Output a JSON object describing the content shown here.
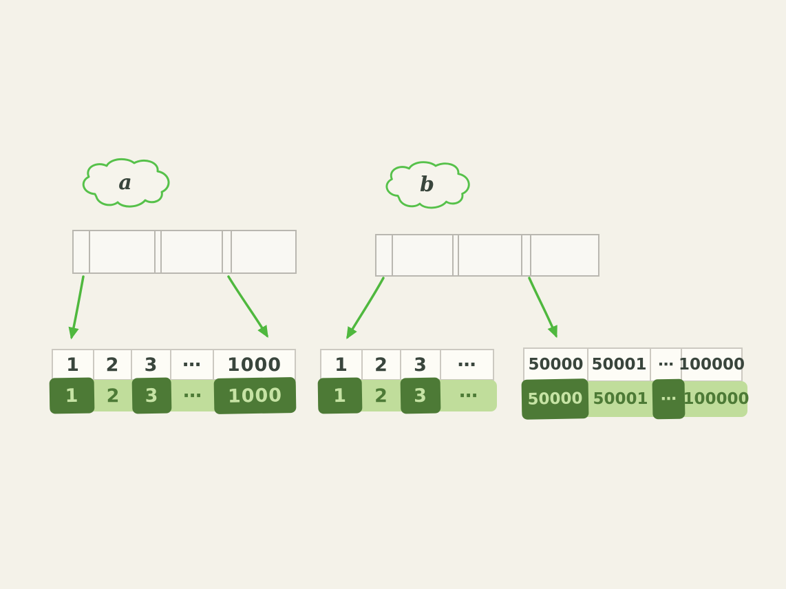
{
  "colors": {
    "background": "#f4f2e9",
    "accent_green": "#4fb83e",
    "dark_green": "#4d7a36",
    "light_green": "#c0dd9b",
    "border_gray": "#b9b7b0",
    "text_dark": "#39453c"
  },
  "labels": {
    "a": "a",
    "b": "b"
  },
  "array_a": {
    "indices": [
      "1",
      "2",
      "3",
      "⋯",
      "1000"
    ],
    "values": [
      "1",
      "2",
      "3",
      "⋯",
      "1000"
    ]
  },
  "array_b_first": {
    "indices": [
      "1",
      "2",
      "3",
      "⋯"
    ],
    "values": [
      "1",
      "2",
      "3",
      "⋯"
    ]
  },
  "array_b_second": {
    "indices": [
      "50000",
      "50001",
      "⋯",
      "100000"
    ],
    "values": [
      "50000",
      "50001",
      "⋯",
      "100000"
    ]
  }
}
